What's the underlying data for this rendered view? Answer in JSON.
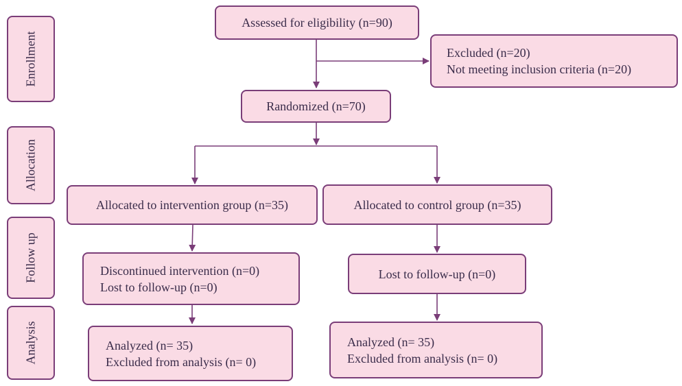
{
  "stages": {
    "enrollment": "Enrollment",
    "allocation": "Allocation",
    "follow_up": "Follow up",
    "analysis": "Analysis"
  },
  "boxes": {
    "assessed": "Assessed for eligibility (n=90)",
    "excluded": {
      "line1": "Excluded (n=20)",
      "line2": "Not meeting inclusion criteria (n=20)"
    },
    "randomized": "Randomized (n=70)",
    "alloc_intervention": "Allocated to intervention group (n=35)",
    "alloc_control": "Allocated to control group (n=35)",
    "followup_intervention": {
      "line1": "Discontinued intervention (n=0)",
      "line2": "Lost to follow-up (n=0)"
    },
    "followup_control": "Lost to follow-up (n=0)",
    "analysis_intervention": {
      "line1": "Analyzed (n= 35)",
      "line2": "Excluded from analysis (n= 0)"
    },
    "analysis_control": {
      "line1": "Analyzed (n= 35)",
      "line2": "Excluded from analysis (n= 0)"
    }
  },
  "colors": {
    "box_fill": "#fadbe5",
    "border": "#7a3d78",
    "text": "#3a2c4a"
  }
}
